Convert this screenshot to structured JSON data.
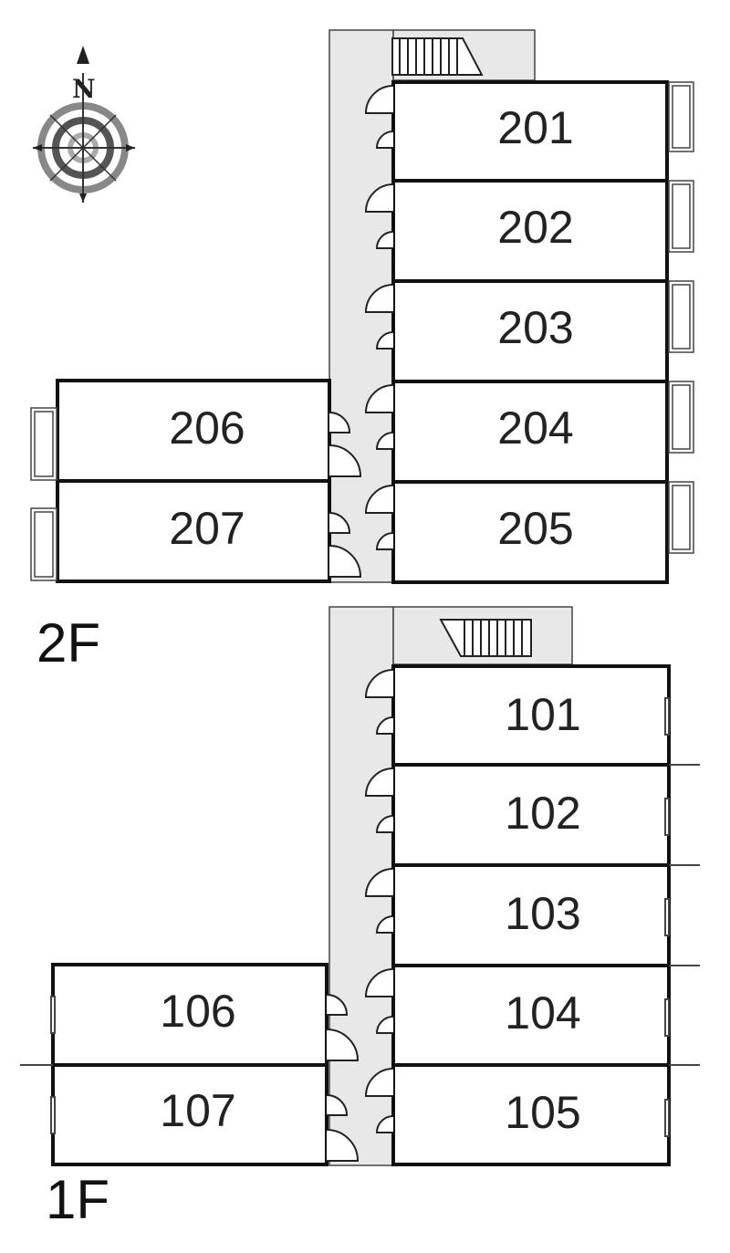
{
  "compass": {
    "label": "N",
    "icon": "compass-icon"
  },
  "floors": [
    {
      "id": "2F",
      "label": "2F",
      "units": [
        "201",
        "202",
        "203",
        "204",
        "205",
        "206",
        "207"
      ]
    },
    {
      "id": "1F",
      "label": "1F",
      "units": [
        "101",
        "102",
        "103",
        "104",
        "105",
        "106",
        "107"
      ]
    }
  ],
  "colors": {
    "wall": "#111111",
    "corridor": "#e8e8e8",
    "line": "#444444"
  }
}
